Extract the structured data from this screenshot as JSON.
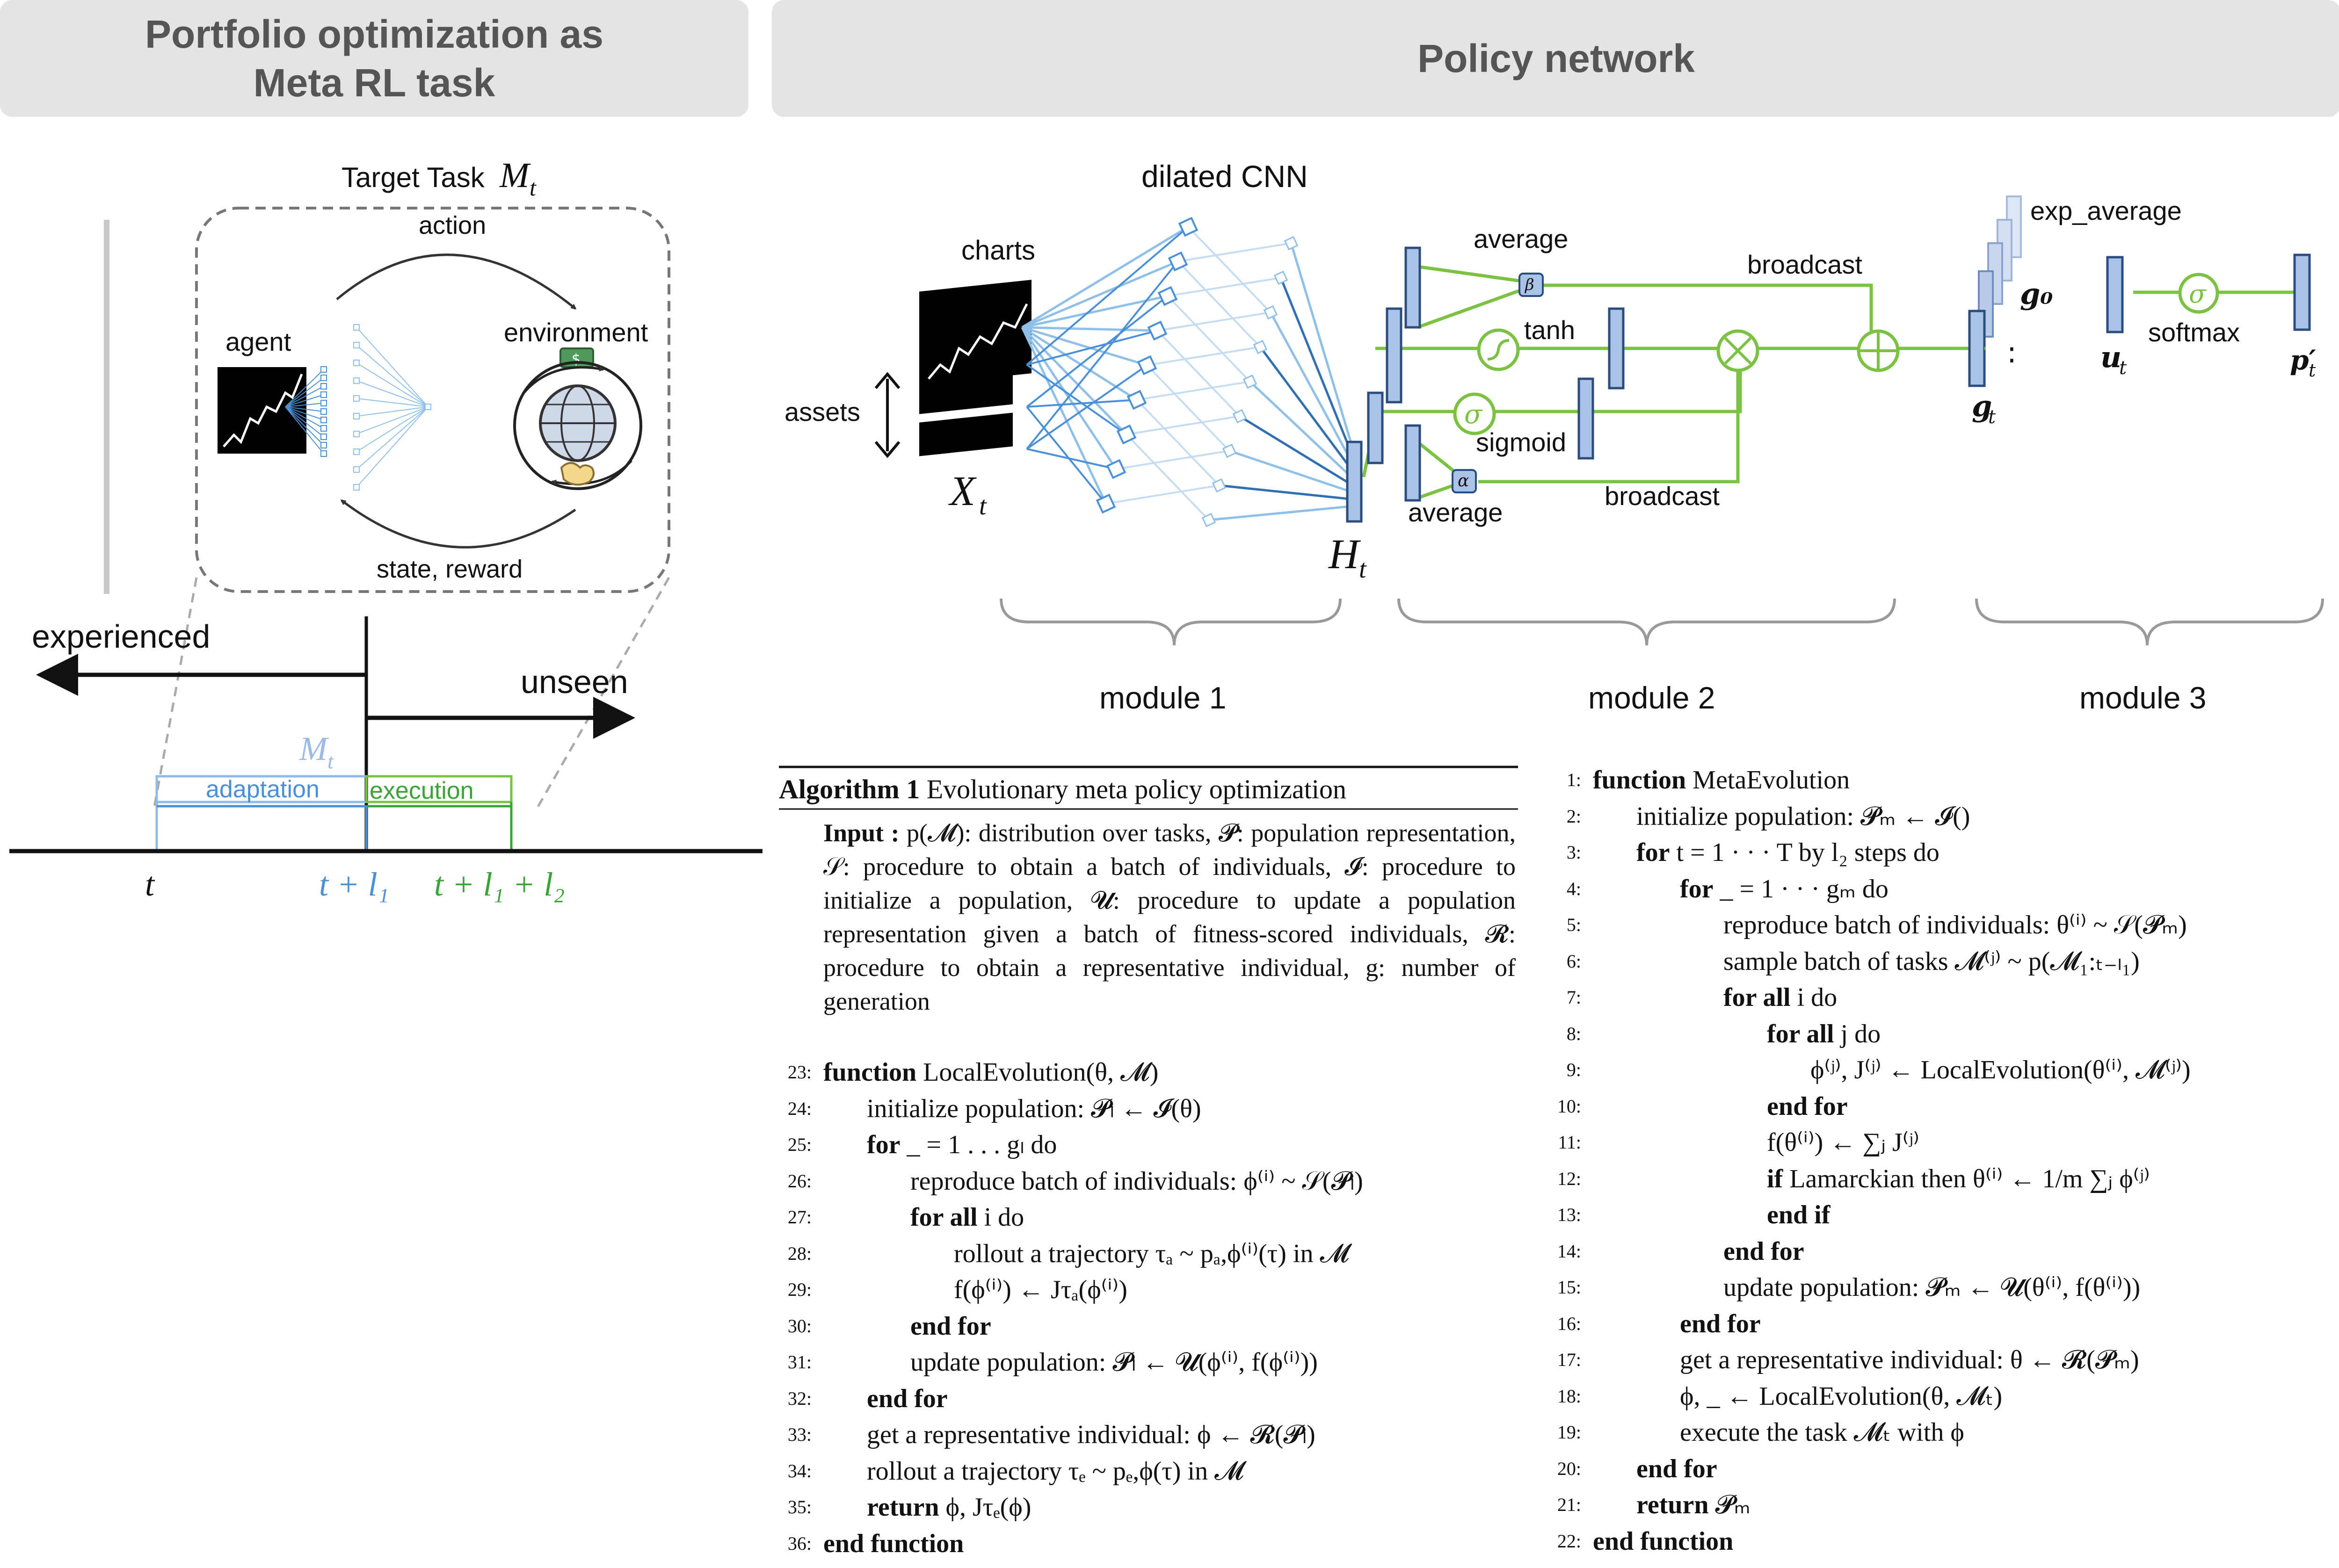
{
  "left_panel": {
    "title_line1": "Portfolio optimization as",
    "title_line2": "Meta RL task",
    "target_task_label": "Target Task",
    "target_task_symbol": "M",
    "target_task_sub": "t",
    "action_label": "action",
    "agent_label": "agent",
    "environment_label": "environment",
    "state_reward_label": "state, reward",
    "experienced_label": "experienced",
    "unseen_label": "unseen",
    "mt_label": "M",
    "mt_sub": "t",
    "adaptation_label": "adaptation",
    "execution_label": "execution",
    "tick_t": "t",
    "tick_t_l1": "t + l₁",
    "tick_t_l1_l2": "t + l₁ + l₂",
    "colors": {
      "adaptation": "#4a90d9",
      "execution": "#3aa335",
      "mt": "#9bbbe6"
    }
  },
  "right_panel": {
    "title": "Policy network",
    "dilated_cnn_label": "dilated CNN",
    "charts_label": "charts",
    "assets_label": "assets",
    "xt_label": "X",
    "xt_sub": "t",
    "ht_label": "H",
    "ht_sub": "t",
    "average_top_label": "average",
    "tanh_label": "tanh",
    "sigmoid_label": "sigmoid",
    "average_bottom_label": "average",
    "broadcast_top_label": "broadcast",
    "broadcast_bottom_label": "broadcast",
    "beta_symbol": "β",
    "alpha_symbol": "α",
    "sigma_symbol": "σ",
    "exp_average_label": "exp_average",
    "g0_label": "g₀",
    "gt_label": "g",
    "gt_sub": "t",
    "ut_label": "u",
    "ut_sub": "t",
    "softmax_label": "softmax",
    "pt_label": "p′",
    "pt_sub": "t",
    "module1_label": "module 1",
    "module2_label": "module 2",
    "module3_label": "module 3",
    "colors": {
      "network_lines": "#8fc0ea",
      "dark_lines": "#2f6fb2",
      "green": "#7cc242",
      "block_fill": "#a9c2e6",
      "block_stroke": "#2b4c7e"
    }
  },
  "algorithm": {
    "caption_bold": "Algorithm 1",
    "caption_text": "Evolutionary meta policy optimization",
    "input_label": "Input :",
    "input_text": "p(𝓜): distribution over tasks, 𝓟: population representation, 𝒮: procedure to obtain a batch of individuals, 𝓘: procedure to initialize a population, 𝓤: procedure to update a population representation given a batch of fitness-scored individuals, 𝓡: procedure to obtain a representative individual, g: number of generation",
    "left_lines": [
      {
        "num": "23:",
        "indent": 0,
        "kw": "function",
        "text": " LocalEvolution(θ, 𝓜)"
      },
      {
        "num": "24:",
        "indent": 1,
        "kw": "",
        "text": "initialize population: 𝓟ₗ ← 𝓘(θ)"
      },
      {
        "num": "25:",
        "indent": 1,
        "kw": "for",
        "text": " _ = 1 . . . gₗ do"
      },
      {
        "num": "26:",
        "indent": 2,
        "kw": "",
        "text": "reproduce batch of individuals: ϕ⁽ⁱ⁾ ~ 𝒮(𝓟ₗ)"
      },
      {
        "num": "27:",
        "indent": 2,
        "kw": "for all",
        "text": " i do"
      },
      {
        "num": "28:",
        "indent": 3,
        "kw": "",
        "text": "rollout a trajectory τₐ ~ pₐ,ϕ⁽ⁱ⁾(τ) in 𝓜"
      },
      {
        "num": "29:",
        "indent": 3,
        "kw": "",
        "text": "f(ϕ⁽ⁱ⁾) ← Jτₐ(ϕ⁽ⁱ⁾)"
      },
      {
        "num": "30:",
        "indent": 2,
        "kw": "end for",
        "text": ""
      },
      {
        "num": "31:",
        "indent": 2,
        "kw": "",
        "text": "update population: 𝓟ₗ ← 𝓤(ϕ⁽ⁱ⁾, f(ϕ⁽ⁱ⁾))"
      },
      {
        "num": "32:",
        "indent": 1,
        "kw": "end for",
        "text": ""
      },
      {
        "num": "33:",
        "indent": 1,
        "kw": "",
        "text": "get a representative individual: ϕ ← 𝓡(𝓟ₗ)"
      },
      {
        "num": "34:",
        "indent": 1,
        "kw": "",
        "text": "rollout a trajectory τₑ ~ pₑ,ϕ(τ) in 𝓜"
      },
      {
        "num": "35:",
        "indent": 1,
        "kw": "return",
        "text": " ϕ, Jτₑ(ϕ)"
      },
      {
        "num": "36:",
        "indent": 0,
        "kw": "end function",
        "text": ""
      }
    ],
    "right_lines": [
      {
        "num": "1:",
        "indent": 0,
        "kw": "function",
        "text": " MetaEvolution"
      },
      {
        "num": "2:",
        "indent": 1,
        "kw": "",
        "text": "initialize population: 𝓟ₘ ← 𝓘()"
      },
      {
        "num": "3:",
        "indent": 1,
        "kw": "for",
        "text": " t = 1 · · · T by l₂ steps do"
      },
      {
        "num": "4:",
        "indent": 2,
        "kw": "for",
        "text": " _ = 1 · · · gₘ do"
      },
      {
        "num": "5:",
        "indent": 3,
        "kw": "",
        "text": "reproduce batch of individuals: θ⁽ⁱ⁾ ~ 𝒮(𝓟ₘ)"
      },
      {
        "num": "6:",
        "indent": 3,
        "kw": "",
        "text": "sample batch of tasks 𝓜⁽ʲ⁾ ~ p(𝓜₁:ₜ₋ₗ₁)"
      },
      {
        "num": "7:",
        "indent": 3,
        "kw": "for all",
        "text": " i do"
      },
      {
        "num": "8:",
        "indent": 4,
        "kw": "for all",
        "text": " j do"
      },
      {
        "num": "9:",
        "indent": 5,
        "kw": "",
        "text": "ϕ⁽ʲ⁾, J⁽ʲ⁾ ← LocalEvolution(θ⁽ⁱ⁾, 𝓜⁽ʲ⁾)"
      },
      {
        "num": "10:",
        "indent": 4,
        "kw": "end for",
        "text": ""
      },
      {
        "num": "11:",
        "indent": 4,
        "kw": "",
        "text": "f(θ⁽ⁱ⁾) ← ∑ⱼ J⁽ʲ⁾"
      },
      {
        "num": "12:",
        "indent": 4,
        "kw": "if",
        "text": " Lamarckian then  θ⁽ⁱ⁾ ← 1/m ∑ⱼ ϕ⁽ʲ⁾"
      },
      {
        "num": "13:",
        "indent": 4,
        "kw": "end if",
        "text": ""
      },
      {
        "num": "14:",
        "indent": 3,
        "kw": "end for",
        "text": ""
      },
      {
        "num": "15:",
        "indent": 3,
        "kw": "",
        "text": "update population: 𝓟ₘ ← 𝓤(θ⁽ⁱ⁾, f(θ⁽ⁱ⁾))"
      },
      {
        "num": "16:",
        "indent": 2,
        "kw": "end for",
        "text": ""
      },
      {
        "num": "17:",
        "indent": 2,
        "kw": "",
        "text": "get a representative individual: θ ← 𝓡(𝓟ₘ)"
      },
      {
        "num": "18:",
        "indent": 2,
        "kw": "",
        "text": "ϕ, _ ← LocalEvolution(θ, 𝓜ₜ)"
      },
      {
        "num": "19:",
        "indent": 2,
        "kw": "",
        "text": "execute the task 𝓜ₜ with ϕ"
      },
      {
        "num": "20:",
        "indent": 1,
        "kw": "end for",
        "text": ""
      },
      {
        "num": "21:",
        "indent": 1,
        "kw": "return",
        "text": " 𝓟ₘ"
      },
      {
        "num": "22:",
        "indent": 0,
        "kw": "end function",
        "text": ""
      }
    ]
  }
}
